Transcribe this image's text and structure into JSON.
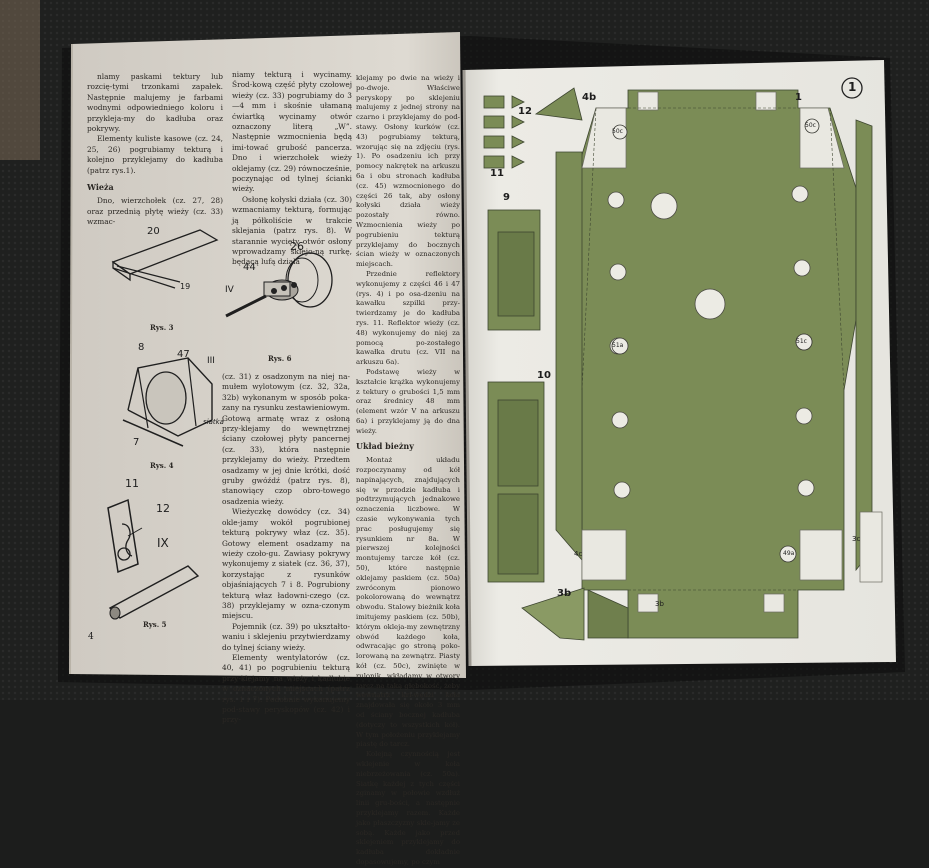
{
  "left_page": {
    "col1_top": "nlamy paskami tektury lub rozcię-tymi trzonkami zapałek. Następnie malujemy je farbami wodnymi odpowiedniego koloru i przykleja-my do kadłuba oraz pokrywy.",
    "col1_p2": "Elementy kuliste kasowe (cz. 24, 25, 26) pogrubiamy tekturą i kolejno przyklejamy do kadłuba (patrz rys.1).",
    "heading_wieza": "Wieża",
    "col1_p3": "Dno, wierzchołek (cz. 27, 28) oraz przednią płytę wieży (cz. 33) wzmac-",
    "col2_top": "niamy tekturą i wycinamy. Środ-kową część płyty czołowej wieży (cz. 33) pogrubiamy do 3—4 mm i skośnie ułamaną ćwiartką wycinamy otwór oznaczony literą „W”. Następnie wzmocnienia będą imi-tować grubość pancerza. Dno i wierzchołek wieży oklejamy (cz. 29) równocześnie, poczynając od tylnej ścianki wieży.",
    "col2_p2": "Osłonę kołyski działa (cz. 30) wzmacniamy tekturą, formując ją półkoliście w trakcie sklejania (patrz rys. 8). W starannie wycięty otwór osłony wprowadzamy sklejo-ną rurkę, będącą lufą działa",
    "col2_bottom_p1": "(cz. 31) z osadzonym na niej na-mułem wylotowym (cz. 32, 32a, 32b) wykonanym w sposób poka-zany na rysunku zestawieniowym. Gotową armatę wraz z osłoną przy-klejamy do wewnętrznej ściany czołowej płyty pancernej (cz. 33), która następnie przyklejamy do wieży. Przedtem osadzamy w jej dnie krótki, dość gruby gwóźdź (patrz rys. 8), stanowiący czop obro-towego osadzenia wieży.",
    "col2_bottom_p2": "Wieżyczkę dowódcy (cz. 34) okle-jamy wokół pogrubionej tekturą pokrywy właz (cz. 35). Gotowy element osadzamy na wieży czoło-gu. Zawiasy pokrywy wykonujemy z siatek (cz. 36, 37), korzystając z rysunków objaśniających 7 i 8. Pogrubiony tekturą właz ładowni-czego (cz. 38) przyklejamy w ozna-czonym miejscu.",
    "col2_bottom_p3": "Pojemnik (cz. 39) po ukształto-waniu i sklejeniu przytwierdzamy do tylnej ściany wieży.",
    "col2_bottom_p4": "Elementy wentylatorów (cz. 40, 41) po pogrubieniu tekturą przy-klejamy na wieży i kadłubie w oznaczonych miejscach (patrz rys. 1 i 7). Podobnie wykonujemy pod-stawy peryskopów (cz. 42) i przy-",
    "fig3_caption": "Rys. 3",
    "fig4_caption": "Rys. 4",
    "fig5_caption": "Rys. 5",
    "fig6_caption": "Rys. 6",
    "fig3_labels": [
      "20",
      "19"
    ],
    "fig4_labels": [
      "8",
      "47",
      "III",
      "7",
      "siatka"
    ],
    "fig5_labels": [
      "11",
      "12",
      "IX"
    ],
    "fig6_labels": [
      "26",
      "44",
      "IV"
    ],
    "page_number": "4"
  },
  "center_column": {
    "p1": "klejamy po dwie na wieży i po-dwoje. Właściwe peryskopy po sklejeniu malujemy z jednej strony na czarno i przyklejamy do pod-stawy. Osłony kurków (cz. 43) pogrubiamy tekturą, wzorując się na zdjęciu (rys. 1). Po osadzeniu ich przy pomocy nakrętek na arkuszu 6a i obu stronach kadłuba (cz. 45) wzmocnionego do części 26 tak, aby osłony kołyski działa wieży pozostały równo. Wzmocnienia wieży po pogrubieniu tekturą przyklejamy do bocznych ścian wieży w oznaczonych miejscach.",
    "p2": "Przednie reflektory wykonujemy z części 46 i 47 (rys. 4) i po osa-dzeniu na kawałku szpilki przy-twierdzamy je do kadłuba rys. 11. Reflektor wieży (cz. 48) wykonujemy do niej za pomocą po-zostałego kawałka drutu (cz. VII na arkuszu 6a).",
    "p3": "Podstawę wieży w kształcie krążka wykonujemy z tektury o grubości 1,5 mm oraz średnicy 48 mm (element wzór V na arkuszu 6a) i przyklejamy ją do dna wieży.",
    "heading_uklad": "Układ bieżny",
    "p4": "Montaż układu rozpoczynamy od kół napinających, znajdujących się w przodzie kadłuba i podtrzymujących jednakowe oznaczenia liczbowe. W czasie wykonywania tych prac posługujemy się rysunkiem nr 8a. W pierwszej kolejności montujemy tarcze kół (cz. 50), które następnie oklejamy paskiem (cz. 50a) zwróconym pionowo pokolorowaną do wewnątrz obwodu. Stalowy bieżnik koła imitujemy paskiem (cz. 50b), którym okleja-my zewnętrzny obwód każdego koła, odwracając go stroną poko-lorowaną na zewnątrz. Piasty kół (cz. 50c), zwinięte w rulonik, wkładamy w otwory tarcz na taką głębokość, żeby wewnątrz kri-wędzi koła znajdowała się około 3 mm od ściany bocznej kadłuba (dotyczy to wszystkich kół). W tym położeniu przyklejamy piastę do tarcz.",
    "p5": "Kolejną czynnością jest wklejenie w koła niebrzeżowania (cz. 50a). Siatkę każdej z tych części zginamy w połowie wzdłuż linii gru-bości, a następnie przyklejamy razem. Każde jako płaszczyzny skle-jamy ze sobą. Każde jako przed sklejeniem przyklejamy do kadłuba dokładnie dopasowujemy, po czym"
  },
  "right_page": {
    "page_circle_number": "1",
    "part_numbers": [
      "4b",
      "12",
      "11",
      "9",
      "10",
      "3b",
      "1",
      "50c",
      "50c",
      "51a",
      "51c",
      "4c",
      "49a",
      "3b",
      "3c"
    ],
    "accent_green": "#7a8d55",
    "paper_color": "#ecebe4"
  },
  "colors": {
    "left_paper": "#dcd8d0",
    "right_paper": "#ebeae4",
    "model_green": "#7b8c56",
    "background": "#1c1d1c"
  }
}
